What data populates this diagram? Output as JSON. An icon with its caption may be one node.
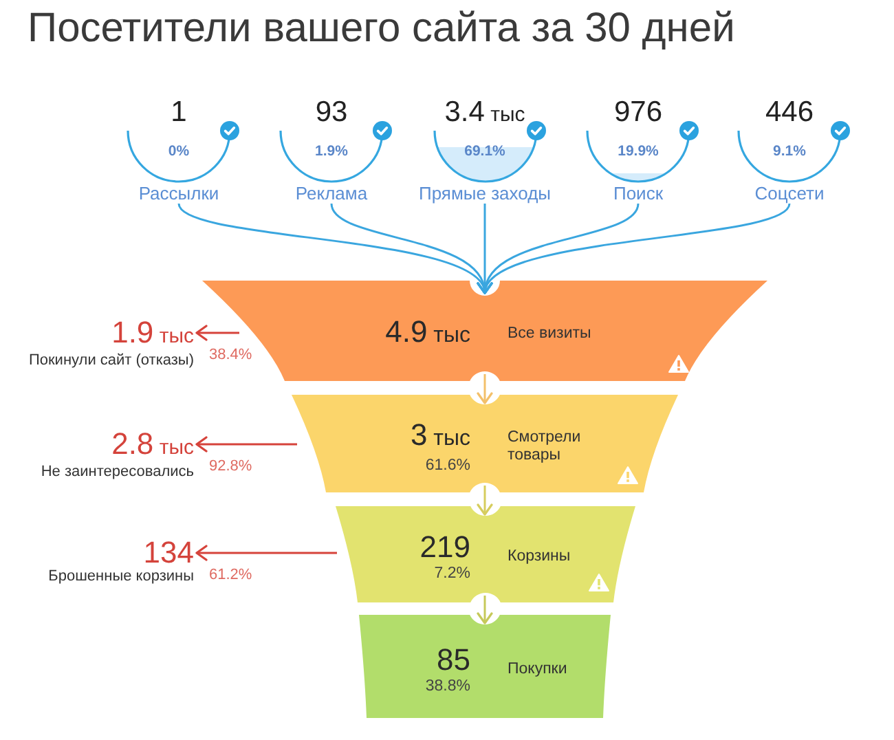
{
  "diagram": {
    "title": "Посетители вашего сайта за 30 дней",
    "nodes": [
      {
        "text": [
          "1",
          "0%",
          "Рассылки"
        ]
      },
      {
        "text": [
          "93",
          "1.9%",
          "Реклама"
        ]
      },
      {
        "text": [
          "3.4 тыс",
          "69.1%",
          "Прямые заходы"
        ]
      },
      {
        "text": [
          "976",
          "19.9%",
          "Поиск"
        ]
      },
      {
        "text": [
          "446",
          "9.1%",
          "Соцсети"
        ]
      },
      {
        "text": [
          "4.9 тыс",
          "Все визиты"
        ]
      },
      {
        "text": [
          "3 тыс",
          "61.6%",
          "Смотрели товары"
        ]
      },
      {
        "text": [
          "219",
          "7.2%",
          "Корзины"
        ]
      },
      {
        "text": [
          "85",
          "38.8%",
          "Покупки"
        ]
      },
      {
        "text": [
          "1.9 тыс",
          "Покинули сайт (отказы)"
        ]
      },
      {
        "text": [
          "2.8 тыс",
          "Не заинтересовались"
        ]
      },
      {
        "text": [
          "134",
          "Брошенные корзины"
        ]
      }
    ],
    "edges": [
      {
        "from": 0,
        "to": 5,
        "arrow": "to"
      },
      {
        "from": 1,
        "to": 5,
        "arrow": "to"
      },
      {
        "from": 2,
        "to": 5,
        "arrow": "to"
      },
      {
        "from": 3,
        "to": 5,
        "arrow": "to"
      },
      {
        "from": 4,
        "to": 5,
        "arrow": "to"
      },
      {
        "from": 5,
        "to": 6,
        "arrow": "to",
        "color": "#f3c06a"
      },
      {
        "from": 6,
        "to": 7,
        "arrow": "to",
        "color": "#d6cd5e"
      },
      {
        "from": 7,
        "to": 8,
        "arrow": "to",
        "color": "#c6c95a"
      },
      {
        "from": 5,
        "to": 9,
        "arrow": "to",
        "color": "#d6433b"
      },
      {
        "from": 6,
        "to": 10,
        "arrow": "to",
        "color": "#d6433b"
      },
      {
        "from": 7,
        "to": 11,
        "arrow": "to",
        "color": "#d6433b"
      }
    ],
    "labels": [
      "38.4%",
      "92.8%",
      "61.2%"
    ]
  }
}
